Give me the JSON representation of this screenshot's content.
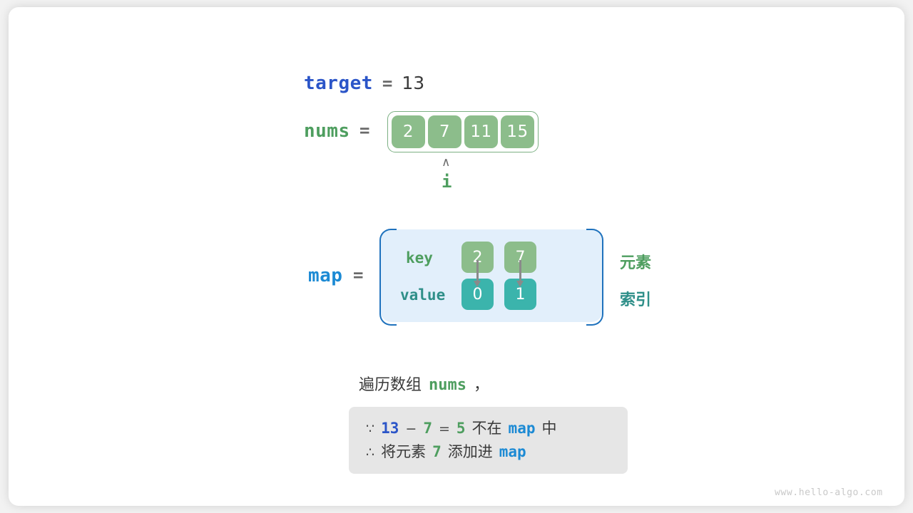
{
  "target": {
    "name": "target",
    "eq": "=",
    "value": "13"
  },
  "nums": {
    "name": "nums",
    "eq": "=",
    "cells": [
      "2",
      "7",
      "11",
      "15"
    ],
    "pointer": {
      "caret": "∧",
      "label": "i"
    }
  },
  "map": {
    "name": "map",
    "eq": "=",
    "key_label": "key",
    "value_label": "value",
    "pairs": [
      {
        "key": "2",
        "value": "0"
      },
      {
        "key": "7",
        "value": "1"
      }
    ],
    "legend": {
      "element": "元素",
      "index": "索引"
    }
  },
  "caption": {
    "prefix": "遍历数组",
    "code": "nums",
    "suffix": "，"
  },
  "note": {
    "line1": {
      "symbol": "∵",
      "a": "13",
      "minus": "−",
      "b": "7",
      "equals": "=",
      "result": "5",
      "text_mid": "不在",
      "code": "map",
      "text_end": "中"
    },
    "line2": {
      "symbol": "∴",
      "text_start": "将元素",
      "num": "7",
      "text_mid": "添加进",
      "code": "map"
    }
  },
  "watermark": "www.hello-algo.com",
  "colors": {
    "target_blue": "#2b55c8",
    "map_blue": "#1c8ad4",
    "green": "#4e9e5f",
    "teal": "#2f8f89",
    "cell_green": "#8cbd8b",
    "cell_teal": "#3bb4ac",
    "map_bg": "#e2effb",
    "map_border": "#1f72bd",
    "note_bg": "#e6e6e6"
  }
}
